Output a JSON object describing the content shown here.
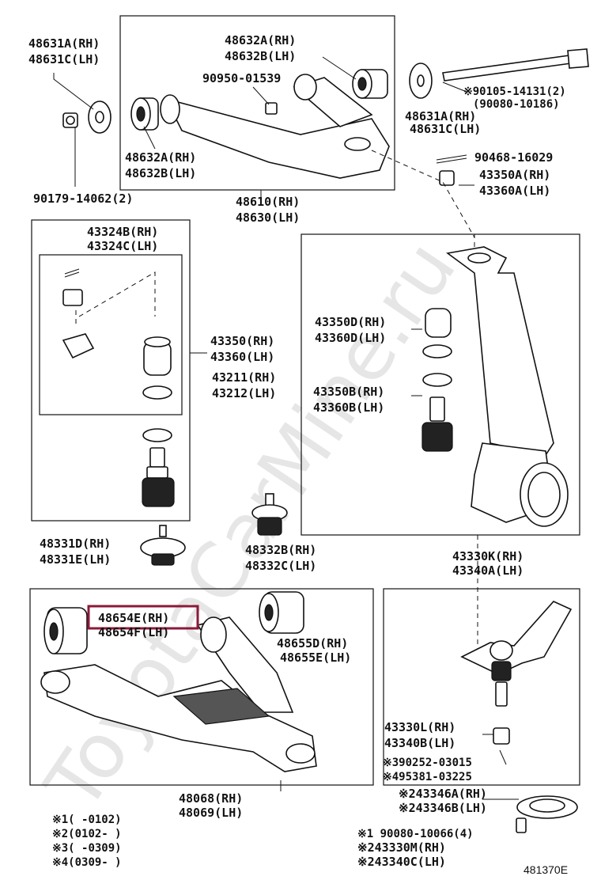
{
  "watermark": "ToyotaCarMine.ru",
  "diagram_code": "481370E",
  "labels": {
    "l_48631_a": "48631A(RH)",
    "l_48631_c": "48631C(LH)",
    "l_90179": "90179-14062(2)",
    "l_48632a_top": "48632A(RH)",
    "l_48632b_top": "48632B(LH)",
    "l_90950": "90950-01539",
    "l_48632a_left": "48632A(RH)",
    "l_48632b_left": "48632B(LH)",
    "l_48610": "48610(RH)",
    "l_48630": "48630(LH)",
    "l_90105_a": "※90105-14131(2)",
    "l_90105_b": "(90080-10186)",
    "l_48631a_r": "48631A(RH)",
    "l_48631c_r": "48631C(LH)",
    "l_90468": "90468-16029",
    "l_43350a": "43350A(RH)",
    "l_43360a": "43360A(LH)",
    "l_43324b": "43324B(RH)",
    "l_43324c": "43324C(LH)",
    "l_43350": "43350(RH)",
    "l_43360": "43360(LH)",
    "l_43211": "43211(RH)",
    "l_43212": "43212(LH)",
    "l_43350d": "43350D(RH)",
    "l_43360d": "43360D(LH)",
    "l_43350b": "43350B(RH)",
    "l_43360b": "43360B(LH)",
    "l_48331d": "48331D(RH)",
    "l_48331e": "48331E(LH)",
    "l_48332b": "48332B(RH)",
    "l_48332c": "48332C(LH)",
    "l_43330k": "43330K(RH)",
    "l_43340a": "43340A(LH)",
    "l_48654e": "48654E(RH)",
    "l_48654f": "48654F(LH)",
    "l_48655d": "48655D(RH)",
    "l_48655e": "48655E(LH)",
    "l_43330l": "43330L(RH)",
    "l_43340b": "43340B(LH)",
    "l_90252": "※390252-03015",
    "l_95381": "※495381-03225",
    "l_43346a": "※243346A(RH)",
    "l_43346b": "※243346B(LH)",
    "l_48068": "48068(RH)",
    "l_48069": "48069(LH)",
    "l_90080": "※1 90080-10066(4)",
    "l_43330m": "※243330M(RH)",
    "l_43340c": "※243340C(LH)"
  },
  "notes": [
    "※1(      -0102)",
    "※2(0102-      )",
    "※3(      -0309)",
    "※4(0309-      )"
  ],
  "highlight": {
    "part": "48654E(RH)",
    "color": "#8b1a3a"
  }
}
